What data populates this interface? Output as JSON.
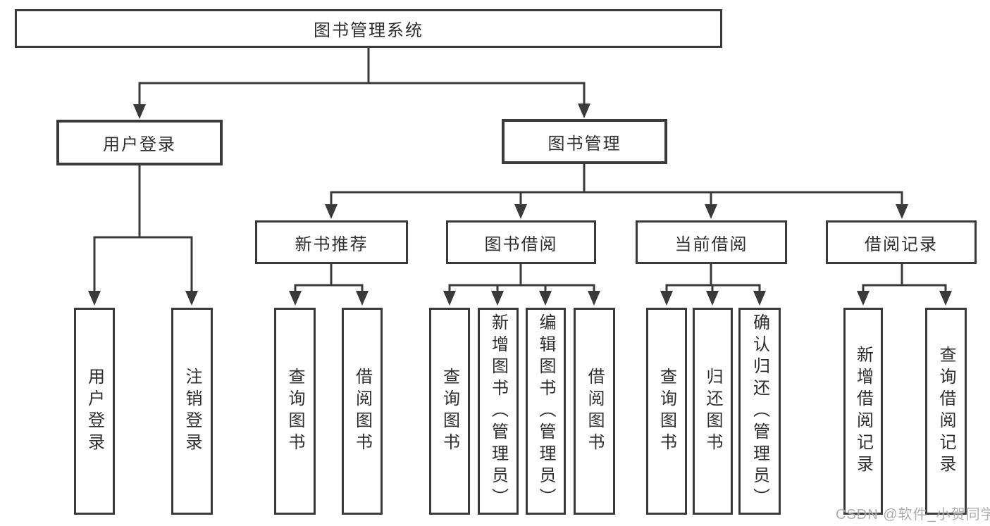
{
  "diagram": {
    "title": "图书管理系统",
    "level2": [
      {
        "label": "用户登录",
        "children": [
          "用户登录",
          "注销登录"
        ]
      },
      {
        "label": "图书管理",
        "groups": [
          {
            "label": "新书推荐",
            "children": [
              "查询图书",
              "借阅图书"
            ]
          },
          {
            "label": "图书借阅",
            "children": [
              "查询图书",
              "新增图书（管理员）",
              "编辑图书（管理员）",
              "借阅图书"
            ]
          },
          {
            "label": "当前借阅",
            "children": [
              "查询图书",
              "归还图书",
              "确认归还（管理员）"
            ]
          },
          {
            "label": "借阅记录",
            "children": [
              "新增借阅记录",
              "查询借阅记录"
            ]
          }
        ]
      }
    ]
  },
  "watermark": {
    "text": "CSDN @软件_小贺同学"
  },
  "colors": {
    "line": "#3a3a3a",
    "node_border": "#3a3a3a",
    "node_text": "#2e2e2e",
    "node_fill": "#ffffff",
    "background": "#ffffff",
    "watermark": "#a5a5a5"
  }
}
